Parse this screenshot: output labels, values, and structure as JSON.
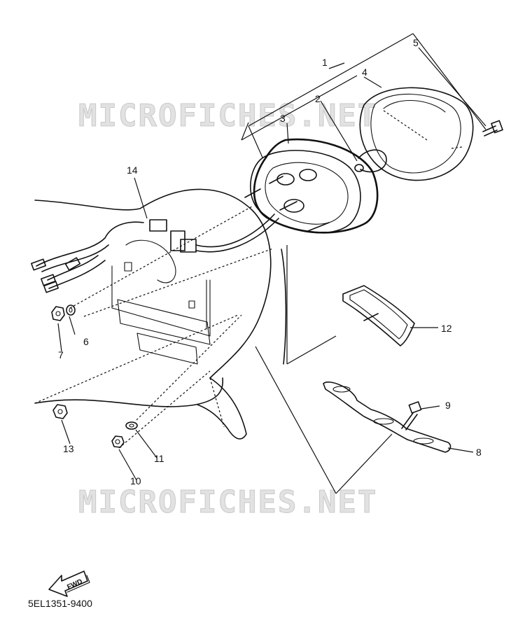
{
  "watermark": {
    "top": "MICROFICHES.NET",
    "bottom": "MICROFICHES.NET"
  },
  "callouts": {
    "p1": "1",
    "p2": "2",
    "p3": "3",
    "p4": "4",
    "p5": "5",
    "p6": "6",
    "p7": "7",
    "p8": "8",
    "p9": "9",
    "p10": "10",
    "p11": "11",
    "p12": "12",
    "p13": "13",
    "p14": "14"
  },
  "fwd_label": "FWD",
  "diagram_code": "5EL1351-9400"
}
